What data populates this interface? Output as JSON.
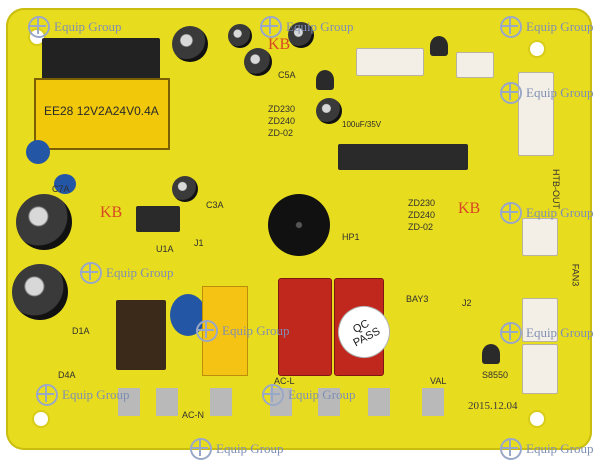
{
  "watermark": {
    "brand": "Equip Group"
  },
  "board": {
    "transformer_label": "EE28 12V2A24V0.4A",
    "qc_line1": "QC",
    "qc_line2": "PASS",
    "brand_mark": "KB",
    "date_code": "2015.12.04",
    "capacitor_label": "100uF/35V",
    "silk_labels": [
      "ZD230",
      "ZD240",
      "ZD-02",
      "BAY3",
      "HP1",
      "AC-L",
      "AC-N",
      "VAL",
      "J2",
      "J1",
      "S8550",
      "C3A",
      "C5A",
      "C7A",
      "U1A",
      "D1A",
      "D4A",
      "FAN3",
      "HTB-OUT"
    ]
  }
}
